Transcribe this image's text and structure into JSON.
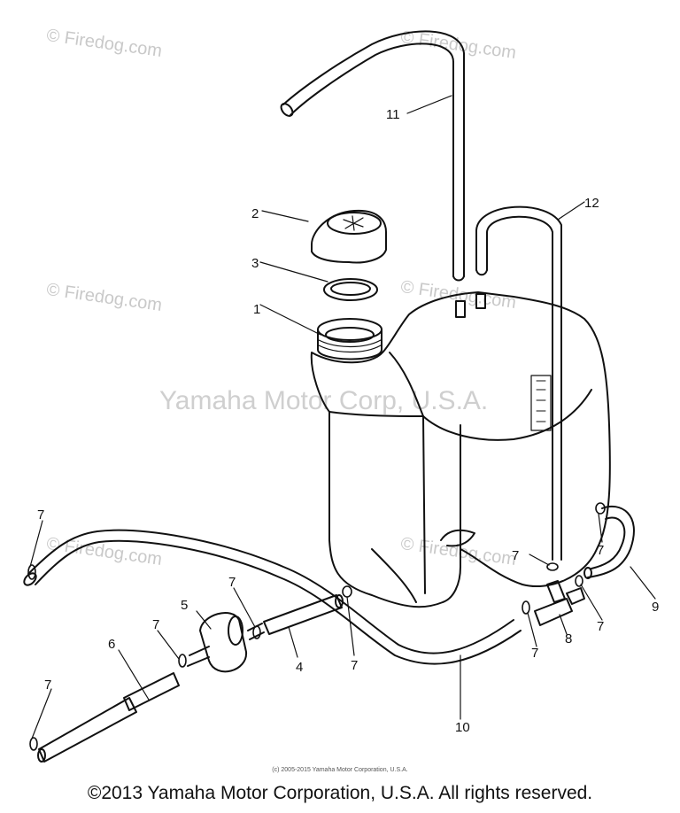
{
  "watermarks": {
    "firedog": "© Firedog.com",
    "brand": "Yamaha Motor Corp, U.S.A."
  },
  "callouts": [
    "1",
    "2",
    "3",
    "4",
    "5",
    "6",
    "7",
    "8",
    "9",
    "10",
    "11",
    "12"
  ],
  "fine_print": "(c) 2005-2015 Yamaha Motor Corporation, U.S.A.",
  "footer": "©2013 Yamaha Motor Corporation, U.S.A. All rights reserved.",
  "colors": {
    "line": "#111111",
    "watermark": "#c9c9c9"
  }
}
